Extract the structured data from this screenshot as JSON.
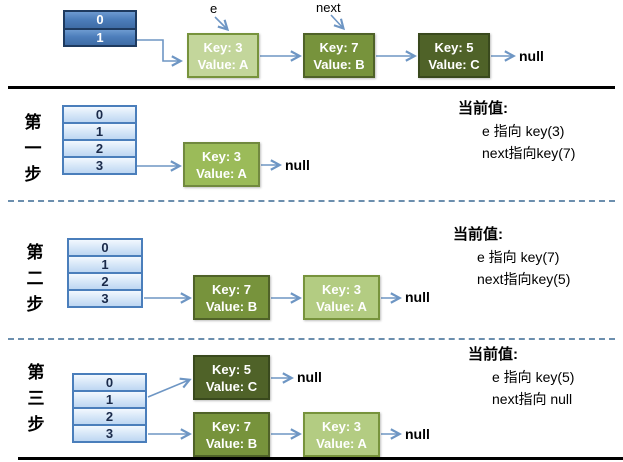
{
  "palette": {
    "array_dark_fill": "#4D7EBB",
    "array_dark_border": "#1E3A5F",
    "array_light_border": "#4A7EBB",
    "arrow": "#6E96C4",
    "divider_dashed": "#6C8FAE",
    "divider_solid": "#000000"
  },
  "top": {
    "pointer_e": "e",
    "pointer_next": "next",
    "array_cells": [
      "0",
      "1"
    ],
    "nodes": [
      {
        "key": "Key: 3",
        "value": "Value: A",
        "fill": "#C3D69B",
        "border": "#77933C"
      },
      {
        "key": "Key: 7",
        "value": "Value: B",
        "fill": "#77933C",
        "border": "#4F6228"
      },
      {
        "key": "Key: 5",
        "value": "Value: C",
        "fill": "#4F6228",
        "border": "#39491D"
      }
    ],
    "null_label": "null"
  },
  "steps": [
    {
      "label": "第一步",
      "array_cells": [
        "0",
        "1",
        "2",
        "3"
      ],
      "rows": [
        {
          "nodes": [
            {
              "key": "Key: 3",
              "value": "Value: A",
              "fill": "#9BBB59",
              "border": "#71893F"
            }
          ],
          "null_label": "null"
        }
      ],
      "status": {
        "title": "当前值:",
        "lines": [
          "e  指向 key(3)",
          "next指向key(7)"
        ]
      }
    },
    {
      "label": "第二步",
      "array_cells": [
        "0",
        "1",
        "2",
        "3"
      ],
      "rows": [
        {
          "nodes": [
            {
              "key": "Key: 7",
              "value": "Value: B",
              "fill": "#77933C",
              "border": "#4F6228"
            },
            {
              "key": "Key: 3",
              "value": "Value: A",
              "fill": "#B3CC82",
              "border": "#77933C"
            }
          ],
          "null_label": "null"
        }
      ],
      "status": {
        "title": "当前值:",
        "lines": [
          "e  指向 key(7)",
          "next指向key(5)"
        ]
      }
    },
    {
      "label": "第三步",
      "array_cells": [
        "0",
        "1",
        "2",
        "3"
      ],
      "rows": [
        {
          "nodes": [
            {
              "key": "Key: 5",
              "value": "Value: C",
              "fill": "#4F6228",
              "border": "#39491D"
            }
          ],
          "null_label": "null"
        },
        {
          "nodes": [
            {
              "key": "Key: 7",
              "value": "Value: B",
              "fill": "#77933C",
              "border": "#4F6228"
            },
            {
              "key": "Key: 3",
              "value": "Value: A",
              "fill": "#B3CC82",
              "border": "#77933C"
            }
          ],
          "null_label": "null"
        }
      ],
      "status": {
        "title": "当前值:",
        "lines": [
          "e  指向 key(5)",
          "next指向 null"
        ]
      }
    }
  ]
}
